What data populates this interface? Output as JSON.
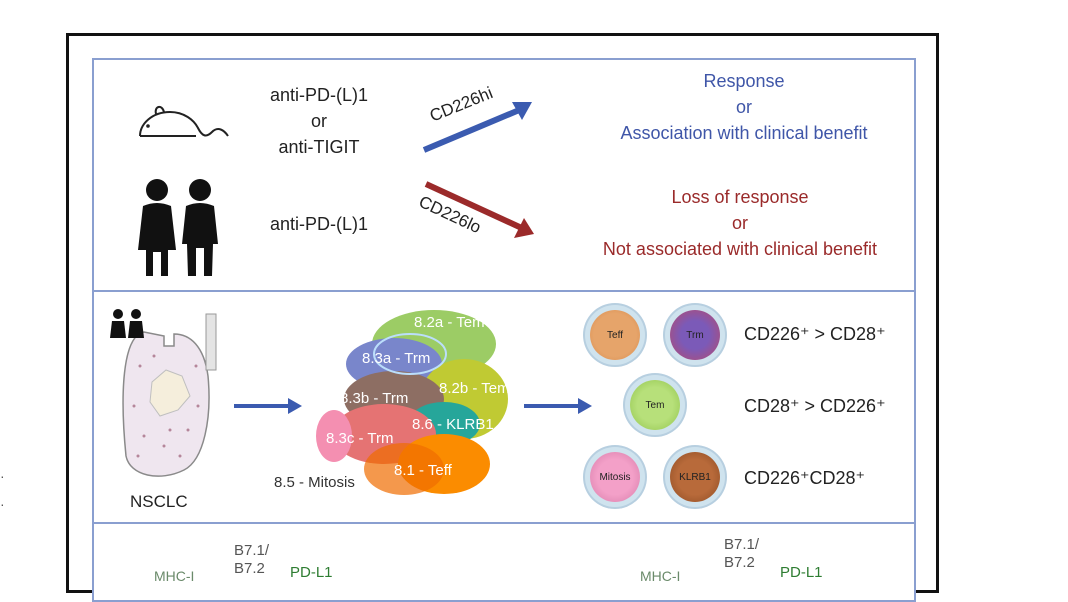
{
  "top": {
    "mouse_drugs": [
      "anti-PD-(L)1",
      "or",
      "anti-TIGIT"
    ],
    "human_drugs": "anti-PD-(L)1",
    "arrow_up_label": "CD226hi",
    "arrow_down_label": "CD226lo",
    "response": [
      "Response",
      "or",
      "Association with clinical benefit"
    ],
    "loss": [
      "Loss of response",
      "or",
      "Not associated with clinical benefit"
    ]
  },
  "middle": {
    "nsclc_label": "NSCLC",
    "clusters": [
      "8.2a - Tem",
      "8.3a - Trm",
      "8.2b - Tem",
      "8.3b - Trm",
      "8.6 - KLRB1",
      "8.3c - Trm",
      "8.1 - Teff",
      "8.5 - Mitosis"
    ],
    "cells": [
      "Teff",
      "Trm",
      "Tem",
      "Mitosis",
      "KLRB1"
    ],
    "cell_rows": [
      "CD226⁺ > CD28⁺",
      "CD28⁺ > CD226⁺",
      "CD226⁺CD28⁺"
    ]
  },
  "bottom": {
    "left_b7": [
      "B7.1/",
      "B7.2"
    ],
    "left_mhc": "MHC-I",
    "left_pdl1": "PD-L1",
    "right_b7": [
      "B7.1/",
      "B7.2"
    ],
    "right_mhc": "MHC-I",
    "right_pdl1": "PD-L1"
  },
  "colors": {
    "frame": "#111111",
    "panel_border": "#8a9fd0",
    "response_blue": "#3f56a8",
    "loss_red": "#9a2a2a",
    "arrow_blue": "#3b5bb0",
    "arrow_red": "#9b2a2a",
    "green": "#2e7d32"
  },
  "icons": [
    "mouse-icon",
    "humans-icon",
    "lung-icon",
    "umap-cluster-plot",
    "cell-icons"
  ]
}
